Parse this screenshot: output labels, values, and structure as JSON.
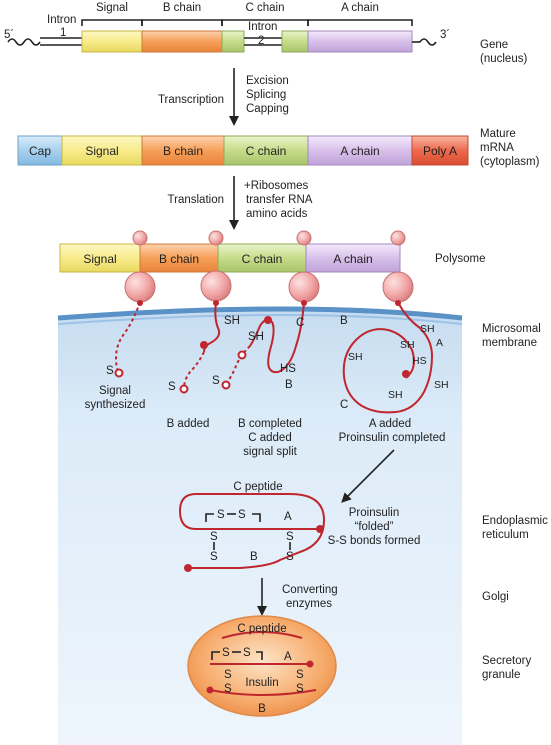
{
  "gene": {
    "five_prime": "5´",
    "three_prime": "3´",
    "intron_label": "Intron",
    "intron1_num": "1",
    "intron2_label": "Intron",
    "intron2_num": "2",
    "signal": "Signal",
    "b_chain": "B chain",
    "c_chain": "C chain",
    "a_chain": "A chain",
    "side_label_1": "Gene",
    "side_label_2": "(nucleus)"
  },
  "step1": {
    "left": "Transcription",
    "right_1": "Excision",
    "right_2": "Splicing",
    "right_3": "Capping"
  },
  "mrna": {
    "cap": "Cap",
    "signal": "Signal",
    "b_chain": "B chain",
    "c_chain": "C chain",
    "a_chain": "A chain",
    "poly_a": "Poly A",
    "side_label_1": "Mature",
    "side_label_2": "mRNA",
    "side_label_3": "(cytoplasm)"
  },
  "step2": {
    "left": "Translation",
    "right_1": "+Ribosomes",
    "right_2": "transfer RNA",
    "right_3": "amino acids"
  },
  "polysome": {
    "signal": "Signal",
    "b_chain": "B chain",
    "c_chain": "C chain",
    "a_chain": "A chain",
    "side_label": "Polysome"
  },
  "membrane": {
    "side_label_1": "Microsomal",
    "side_label_2": "membrane",
    "s1": "S",
    "cap1_1": "Signal",
    "cap1_2": "synthesized",
    "sh_b": "SH",
    "s2": "S",
    "cap2": "B added",
    "sh_b2": "SH",
    "s3": "S",
    "c3": "C",
    "hs3": "HS",
    "b3": "B",
    "cap3_1": "B completed",
    "cap3_2": "C added",
    "cap3_3": "signal split",
    "b4": "B",
    "sh4a": "SH",
    "sh4b": "SH",
    "sh4c": "SH",
    "a4": "A",
    "hs4": "HS",
    "sh4d": "SH",
    "sh4e": "SH",
    "c4": "C",
    "cap4_1": "A added",
    "cap4_2": "Proinsulin completed"
  },
  "er": {
    "c_peptide": "C peptide",
    "s_left": "S",
    "s_right": "S",
    "a": "A",
    "b": "B",
    "s_v1": "S",
    "s_v2": "S",
    "s_v3": "S",
    "s_v4": "S",
    "note_1": "Proinsulin",
    "note_2": "“folded”",
    "note_3": "S-S bonds formed",
    "side_label_1": "Endoplasmic",
    "side_label_2": "reticulum"
  },
  "golgi": {
    "right_1": "Converting",
    "right_2": "enzymes",
    "side_label": "Golgi"
  },
  "granule": {
    "c_peptide": "C peptide",
    "s_left": "S",
    "s_right": "S",
    "a": "A",
    "insulin": "Insulin",
    "b": "B",
    "s_v1": "S",
    "s_v2": "S",
    "s_v3": "S",
    "s_v4": "S",
    "side_label_1": "Secretory",
    "side_label_2": "granule"
  },
  "colors": {
    "signal": "#f8ec8c",
    "b_chain": "#f6a05a",
    "c_chain": "#c6dc8a",
    "a_chain": "#d8c0ea",
    "cap": "#a8d0ee",
    "poly_a": "#ee6a4e",
    "ribosome": "#f2a8a8",
    "cell": "#dcebf8",
    "membrane": "#5a92c8",
    "peptide": "#c0262d",
    "granule": "#f6aa6a"
  }
}
